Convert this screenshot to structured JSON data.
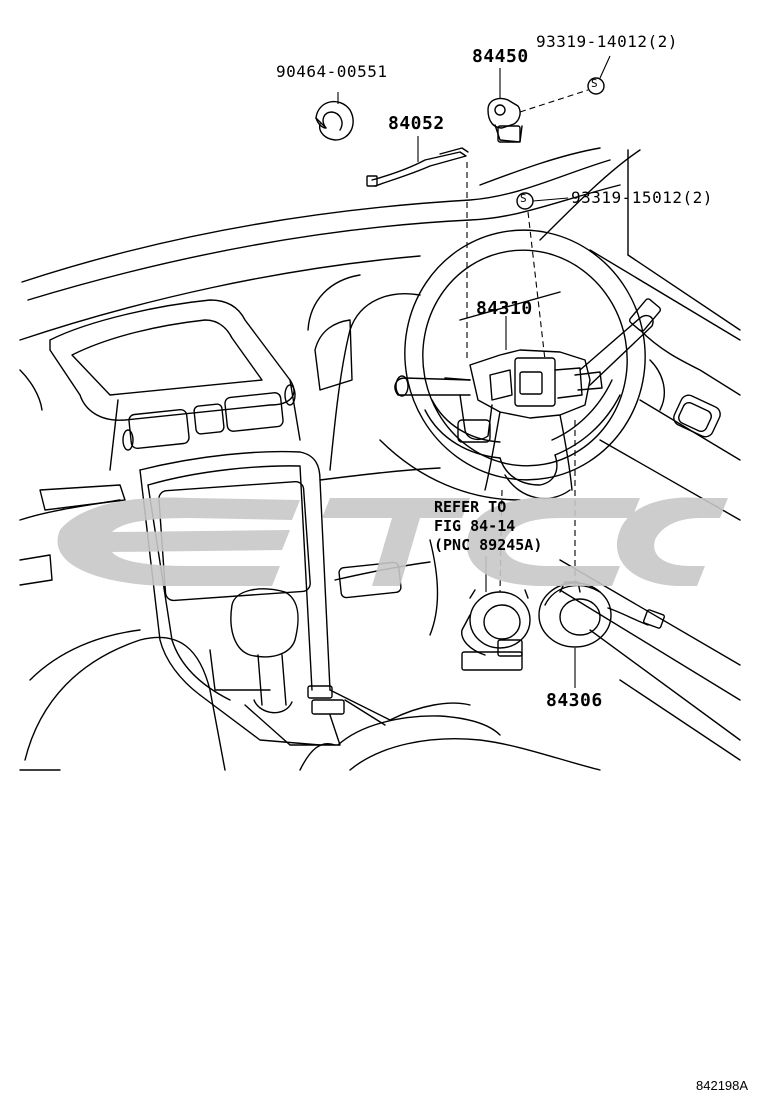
{
  "labels": {
    "clip": "90464-00551",
    "sensor": "84450",
    "screw_top": "93319-14012(2)",
    "harness": "84052",
    "screw_mid": "93319-15012(2)",
    "switch_assy": "84310",
    "spiral_cable": "84306"
  },
  "reference_note": {
    "line1": "REFER TO",
    "line2": "FIG 84-14",
    "line3": "(PNC 89245A)"
  },
  "screw_symbol": "S",
  "figure_id": "842198A",
  "watermark_color": "#c8c8c8"
}
